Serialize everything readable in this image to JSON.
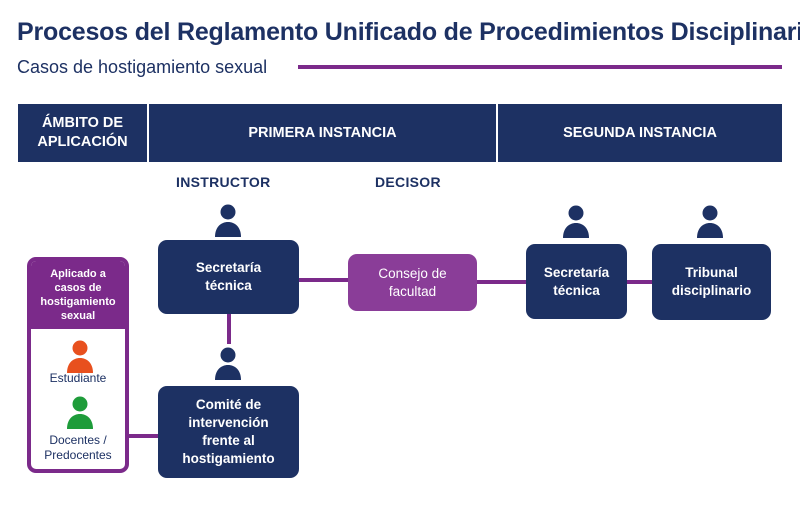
{
  "title": "Procesos del Reglamento Unificado de Procedimientos Disciplinarios",
  "subtitle": "Casos de hostigamiento sexual",
  "headers": {
    "ambito": "ÁMBITO DE APLICACIÓN",
    "primera": "PRIMERA INSTANCIA",
    "segunda": "SEGUNDA INSTANCIA"
  },
  "columns": {
    "instructor": "INSTRUCTOR",
    "decisor": "DECISOR"
  },
  "scope": {
    "heading": "Aplicado a casos de hostigamiento sexual",
    "student": "Estudiante",
    "faculty": "Docentes / Predocentes"
  },
  "nodes": {
    "secretaria_1": "Secretaría técnica",
    "comite": "Comité de intervención frente al hostigamiento",
    "consejo": "Consejo de facultad",
    "secretaria_2": "Secretaría técnica",
    "tribunal": "Tribunal disciplinario"
  },
  "colors": {
    "navy": "#1d3163",
    "purple": "#7b2a8a",
    "student_icon": "#e8501e",
    "faculty_icon": "#1e9c3a"
  },
  "icons": {
    "person": "person-icon"
  }
}
